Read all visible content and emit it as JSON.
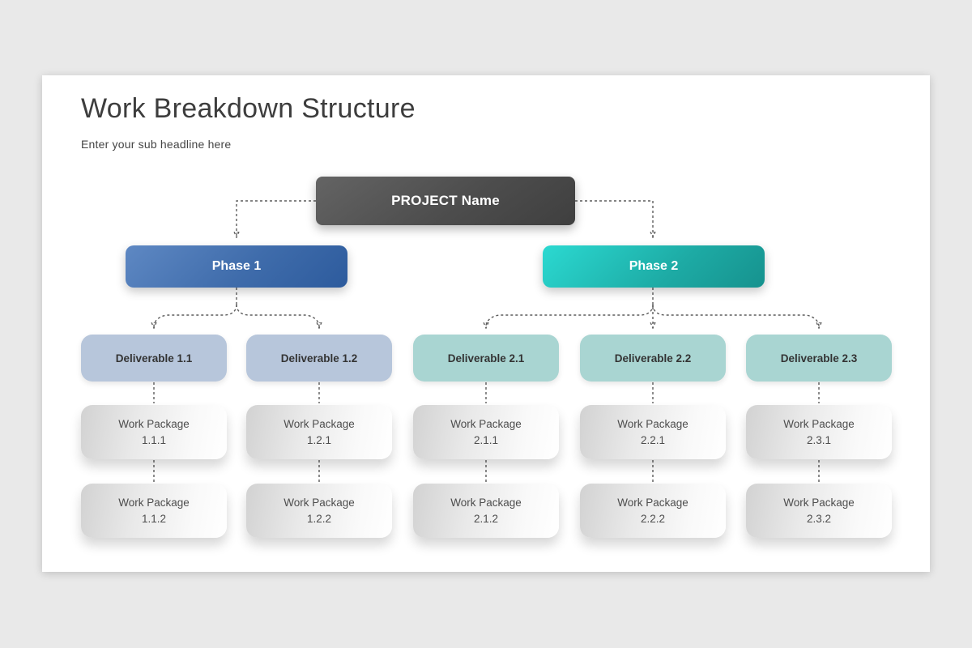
{
  "window": {
    "page_bg": "#e9e9e9",
    "slide_bg": "#ffffff"
  },
  "header": {
    "title": "Work Breakdown Structure",
    "subtitle": "Enter your sub headline here"
  },
  "diagram": {
    "project": {
      "label": "PROJECT Name",
      "fill_gradient": [
        "#646464",
        "#3f3f3f"
      ],
      "text_color": "#ffffff"
    },
    "phases": [
      {
        "label": "Phase 1",
        "fill_gradient": [
          "#5e88c3",
          "#2d5b9d"
        ],
        "text_color": "#ffffff"
      },
      {
        "label": "Phase 2",
        "fill_gradient": [
          "#2bd9d1",
          "#16928e"
        ],
        "text_color": "#ffffff"
      }
    ],
    "deliverables": [
      {
        "label": "Deliverable 1.1",
        "fill": "#b7c6db"
      },
      {
        "label": "Deliverable 1.2",
        "fill": "#b7c6db"
      },
      {
        "label": "Deliverable 2.1",
        "fill": "#a9d5d2"
      },
      {
        "label": "Deliverable 2.2",
        "fill": "#a9d5d2"
      },
      {
        "label": "Deliverable 2.3",
        "fill": "#a9d5d2"
      }
    ],
    "work_packages_row1": [
      {
        "line1": "Work Package",
        "line2": "1.1.1"
      },
      {
        "line1": "Work Package",
        "line2": "1.2.1"
      },
      {
        "line1": "Work Package",
        "line2": "2.1.1"
      },
      {
        "line1": "Work Package",
        "line2": "2.2.1"
      },
      {
        "line1": "Work Package",
        "line2": "2.3.1"
      }
    ],
    "work_packages_row2": [
      {
        "line1": "Work Package",
        "line2": "1.1.2"
      },
      {
        "line1": "Work Package",
        "line2": "1.2.2"
      },
      {
        "line1": "Work Package",
        "line2": "2.1.2"
      },
      {
        "line1": "Work Package",
        "line2": "2.2.2"
      },
      {
        "line1": "Work Package",
        "line2": "2.3.2"
      }
    ],
    "connector_style": {
      "line_color": "#5d5d5d",
      "style": "dashed",
      "arrow_color": "#474747"
    }
  }
}
